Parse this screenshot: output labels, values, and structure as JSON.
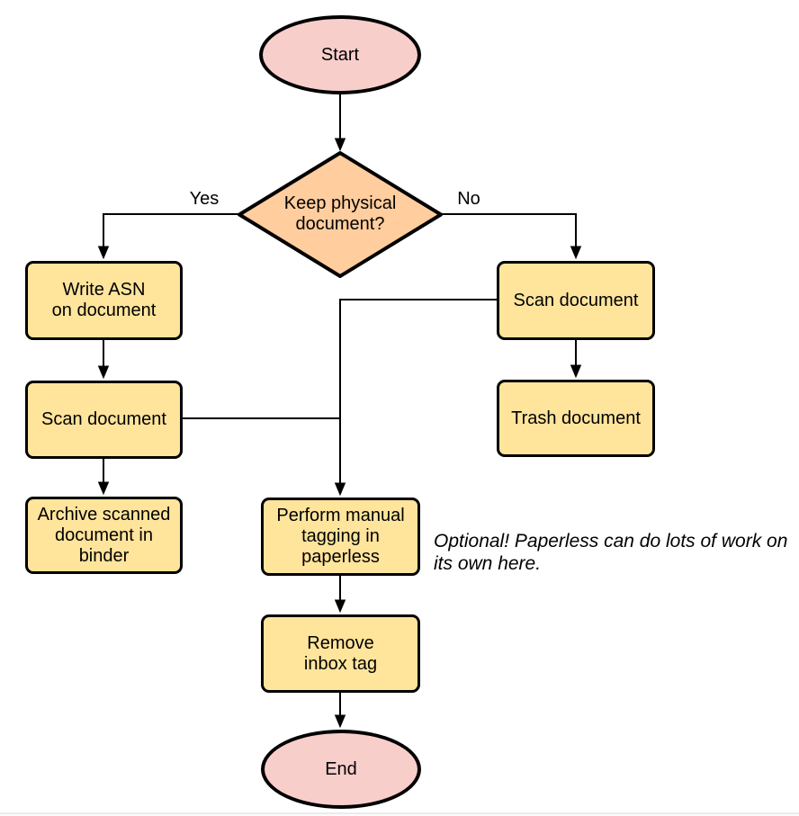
{
  "colors": {
    "terminal-fill": "#f8cecb",
    "decision-fill": "#ffcd9e",
    "process-fill": "#ffe49c",
    "stroke": "#000000"
  },
  "nodes": {
    "start": {
      "type": "terminal",
      "label": "Start"
    },
    "decision": {
      "type": "decision",
      "label": "Keep physical\ndocument?"
    },
    "write_asn": {
      "type": "process",
      "label": "Write ASN\non document"
    },
    "scan_left": {
      "type": "process",
      "label": "Scan document"
    },
    "archive": {
      "type": "process",
      "label": "Archive scanned\ndocument in\nbinder"
    },
    "scan_right": {
      "type": "process",
      "label": "Scan document"
    },
    "trash": {
      "type": "process",
      "label": "Trash document"
    },
    "tagging": {
      "type": "process",
      "label": "Perform manual\ntagging in\npaperless"
    },
    "remove_inbox": {
      "type": "process",
      "label": "Remove\ninbox tag"
    },
    "end": {
      "type": "terminal",
      "label": "End"
    }
  },
  "edges": [
    {
      "from": "start",
      "to": "decision",
      "label": ""
    },
    {
      "from": "decision",
      "to": "write_asn",
      "label": "Yes"
    },
    {
      "from": "decision",
      "to": "scan_right",
      "label": "No"
    },
    {
      "from": "write_asn",
      "to": "scan_left",
      "label": ""
    },
    {
      "from": "scan_left",
      "to": "archive",
      "label": ""
    },
    {
      "from": "scan_right",
      "to": "trash",
      "label": ""
    },
    {
      "from": "scan_right",
      "to": "tagging",
      "label": ""
    },
    {
      "from": "scan_left",
      "to": "tagging",
      "label": ""
    },
    {
      "from": "tagging",
      "to": "remove_inbox",
      "label": ""
    },
    {
      "from": "remove_inbox",
      "to": "end",
      "label": ""
    }
  ],
  "note": "Optional! Paperless can do lots of work on\nits own here."
}
